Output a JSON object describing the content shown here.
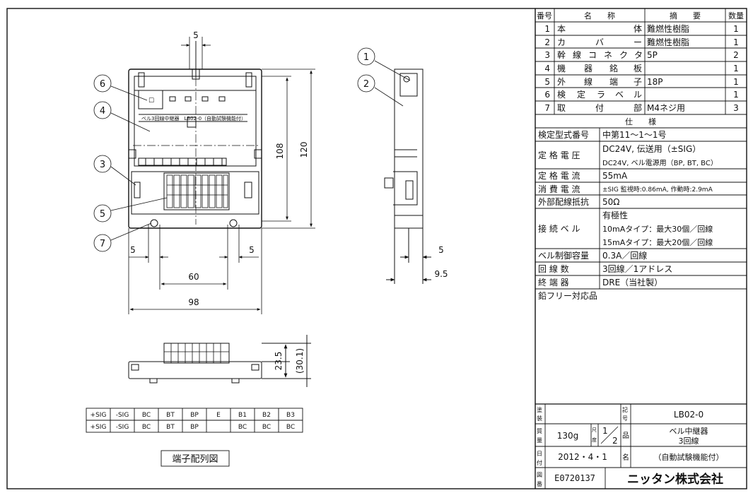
{
  "drawing": {
    "dims": {
      "top_width": "5",
      "height_inner": "108",
      "height_outer": "120",
      "gap_left": "5",
      "gap_right": "5",
      "pitch": "60",
      "width": "98",
      "side_gap": "5",
      "side_depth": "9.5",
      "bottom_h1": "23.5",
      "bottom_h2": "(30.1)"
    },
    "callouts": [
      "1",
      "2",
      "3",
      "4",
      "5",
      "6",
      "7"
    ],
    "front_label": "ベル3回線中継器　LB02-0（自動試験機能付）",
    "terminal_table": {
      "row1": [
        "+SIG",
        "-SIG",
        "BC",
        "BT",
        "BP",
        "E",
        "B1",
        "B2",
        "B3"
      ],
      "row2": [
        "+SIG",
        "-SIG",
        "BC",
        "BT",
        "BP",
        "",
        "BC",
        "BC",
        "BC"
      ]
    },
    "terminal_caption": "端子配列図"
  },
  "parts": {
    "headers": [
      "番号",
      "名　　称",
      "摘　　要",
      "数量"
    ],
    "rows": [
      {
        "no": "1",
        "name": [
          "本",
          "体"
        ],
        "desc": "難燃性樹脂",
        "qty": "1"
      },
      {
        "no": "2",
        "name": [
          "カ",
          "バ",
          "ー"
        ],
        "desc": "難燃性樹脂",
        "qty": "1"
      },
      {
        "no": "3",
        "name": [
          "幹",
          "線",
          "コ",
          "ネ",
          "ク",
          "タ"
        ],
        "desc": "5P",
        "qty": "2"
      },
      {
        "no": "4",
        "name": [
          "機",
          "器",
          "銘",
          "板"
        ],
        "desc": "",
        "qty": "1"
      },
      {
        "no": "5",
        "name": [
          "外",
          "線",
          "端",
          "子"
        ],
        "desc": "18P",
        "qty": "1"
      },
      {
        "no": "6",
        "name": [
          "検",
          "定",
          "ラ",
          "ベ",
          "ル"
        ],
        "desc": "",
        "qty": "1"
      },
      {
        "no": "7",
        "name": [
          "取",
          "付",
          "部"
        ],
        "desc": "M4ネジ用",
        "qty": "3"
      }
    ]
  },
  "spec": {
    "title": "仕　　様",
    "model_label": "検定型式番号",
    "model_value": "中第11～1～1号",
    "voltage_label": "定 格 電 圧",
    "voltage_value1": "DC24V, 伝送用（±SIG）",
    "voltage_value2": "DC24V, ベル電源用（BP, BT, BC）",
    "current_label": "定 格 電 流",
    "current_value": "55mA",
    "consumption_label": "消 費 電 流",
    "consumption_value": "±SIG 監視時:0.86mA, 作動時:2.9mA",
    "resistance_label": "外部配線抵抗",
    "resistance_value": "50Ω",
    "bell_label": "接 続 ベ ル",
    "bell_value1": "有極性",
    "bell_value2": "10mAタイプ：最大30個／回線",
    "bell_value3": "15mAタイプ：最大20個／回線",
    "control_label": "ベル制御容量",
    "control_value": "0.3A／回線",
    "lines_label": "回 線 数",
    "lines_value": "3回線／1アドレス",
    "terminator_label": "終 端 器",
    "terminator_value": "DRE（当社製）",
    "note": "鉛フリー対応品"
  },
  "title_block": {
    "paint_label": "塗装",
    "mark_label": "記号",
    "model": "LB02-0",
    "mass_label": "質量",
    "mass_value": "130g",
    "scale_label": "尺度",
    "scale_num": "1",
    "scale_den": "2",
    "name_label": "品",
    "name_line1": "ベル中継器",
    "name_line2": "3回線",
    "name_line3": "（自動試験機能付）",
    "date_label": "日付",
    "date_value": "2012・4・1",
    "name2_label": "名",
    "drawing_no_label": "図番",
    "drawing_no": "E0720137",
    "company": "ニッタン株式会社"
  }
}
